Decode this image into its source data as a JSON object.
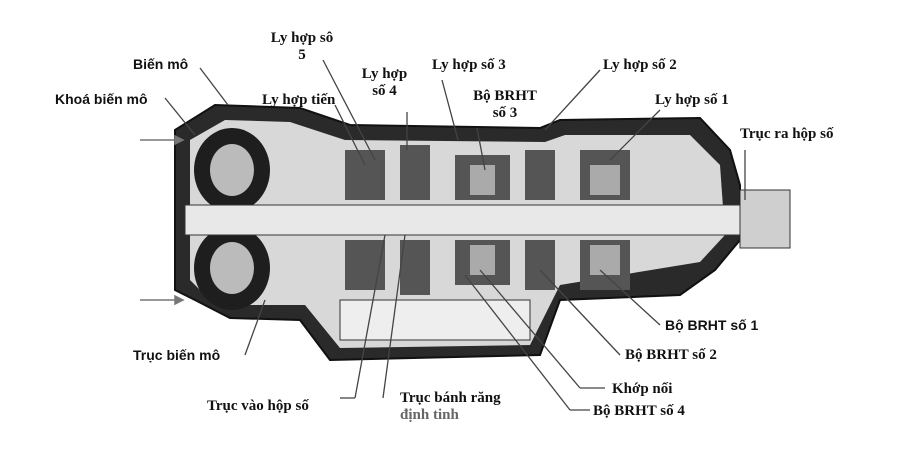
{
  "labels": {
    "bien_mo": "Biến mô",
    "khoa_bien_mo": "Khoá biến mô",
    "ly_hop_so_5_line1": "Ly hợp sô",
    "ly_hop_so_5_line2": "5",
    "ly_hop_tien": "Ly hợp tiến",
    "ly_hop_so_4_line1": "Ly hợp",
    "ly_hop_so_4_line2": "số 4",
    "ly_hop_so_3": "Ly hợp số 3",
    "bo_brht_so_3_line1": "Bộ BRHT",
    "bo_brht_so_3_line2": "số 3",
    "ly_hop_so_2": "Ly hợp số 2",
    "ly_hop_so_1": "Ly hợp số 1",
    "truc_ra_hop_so": "Trục ra hộp số",
    "bo_brht_so_1": "Bộ BRHT số 1",
    "bo_brht_so_2": "Bộ BRHT số 2",
    "khop_noi": "Khớp nối",
    "bo_brht_so_4": "Bộ BRHT số 4",
    "truc_bien_mo": "Trục biến mô",
    "truc_vao_hop_so": "Trục  vào hộp số",
    "truc_banh_rang_line1": "Trục bánh răng",
    "truc_banh_rang_line2": "định tinh"
  }
}
